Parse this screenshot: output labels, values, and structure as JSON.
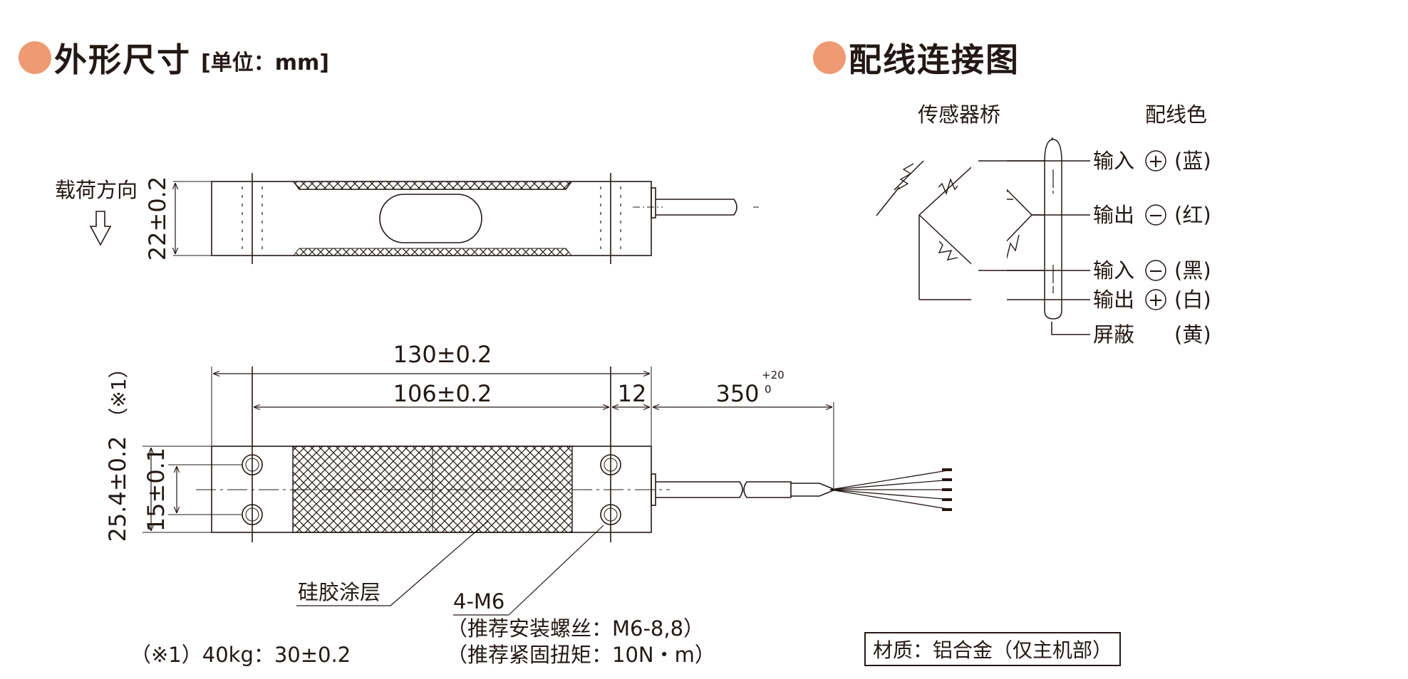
{
  "left_title": {
    "title": "外形尺寸",
    "unit": "[单位：mm]"
  },
  "right_title": {
    "title": "配线连接图"
  },
  "top_view": {
    "load_direction": "载荷方向",
    "height_dim": "22±0.2"
  },
  "front_view": {
    "overall_length": "130±0.2",
    "hole_pitch": "106±0.2",
    "end_length": "12",
    "cable_length": "350",
    "cable_tol_upper": "+20",
    "cable_tol_lower": "0",
    "width_dim": "25.4±0.2",
    "width_note": "（※1）",
    "hole_spacing": "15±0.1",
    "coating_label": "硅胶涂层",
    "thread_label": "4-M6",
    "thread_note_1": "（推荐安装螺丝：M6-8,8）",
    "thread_note_2": "（推荐紧固扭矩：10N・m）",
    "footnote": "（※1）40kg：30±0.2"
  },
  "wiring": {
    "bridge_label": "传感器桥",
    "color_header": "配线色",
    "wires": [
      {
        "name": "输入",
        "symbol": "+",
        "color": "(蓝)"
      },
      {
        "name": "输出",
        "symbol": "−",
        "color": "(红)"
      },
      {
        "name": "输入",
        "symbol": "−",
        "color": "(黑)"
      },
      {
        "name": "输出",
        "symbol": "+",
        "color": "(白)"
      },
      {
        "name": "屏蔽",
        "symbol": "",
        "color": "(黄)"
      }
    ]
  },
  "material": "材质：铝合金（仅主机部）",
  "colors": {
    "accent_bullet": "#ee9a73",
    "ink": "#231815"
  }
}
